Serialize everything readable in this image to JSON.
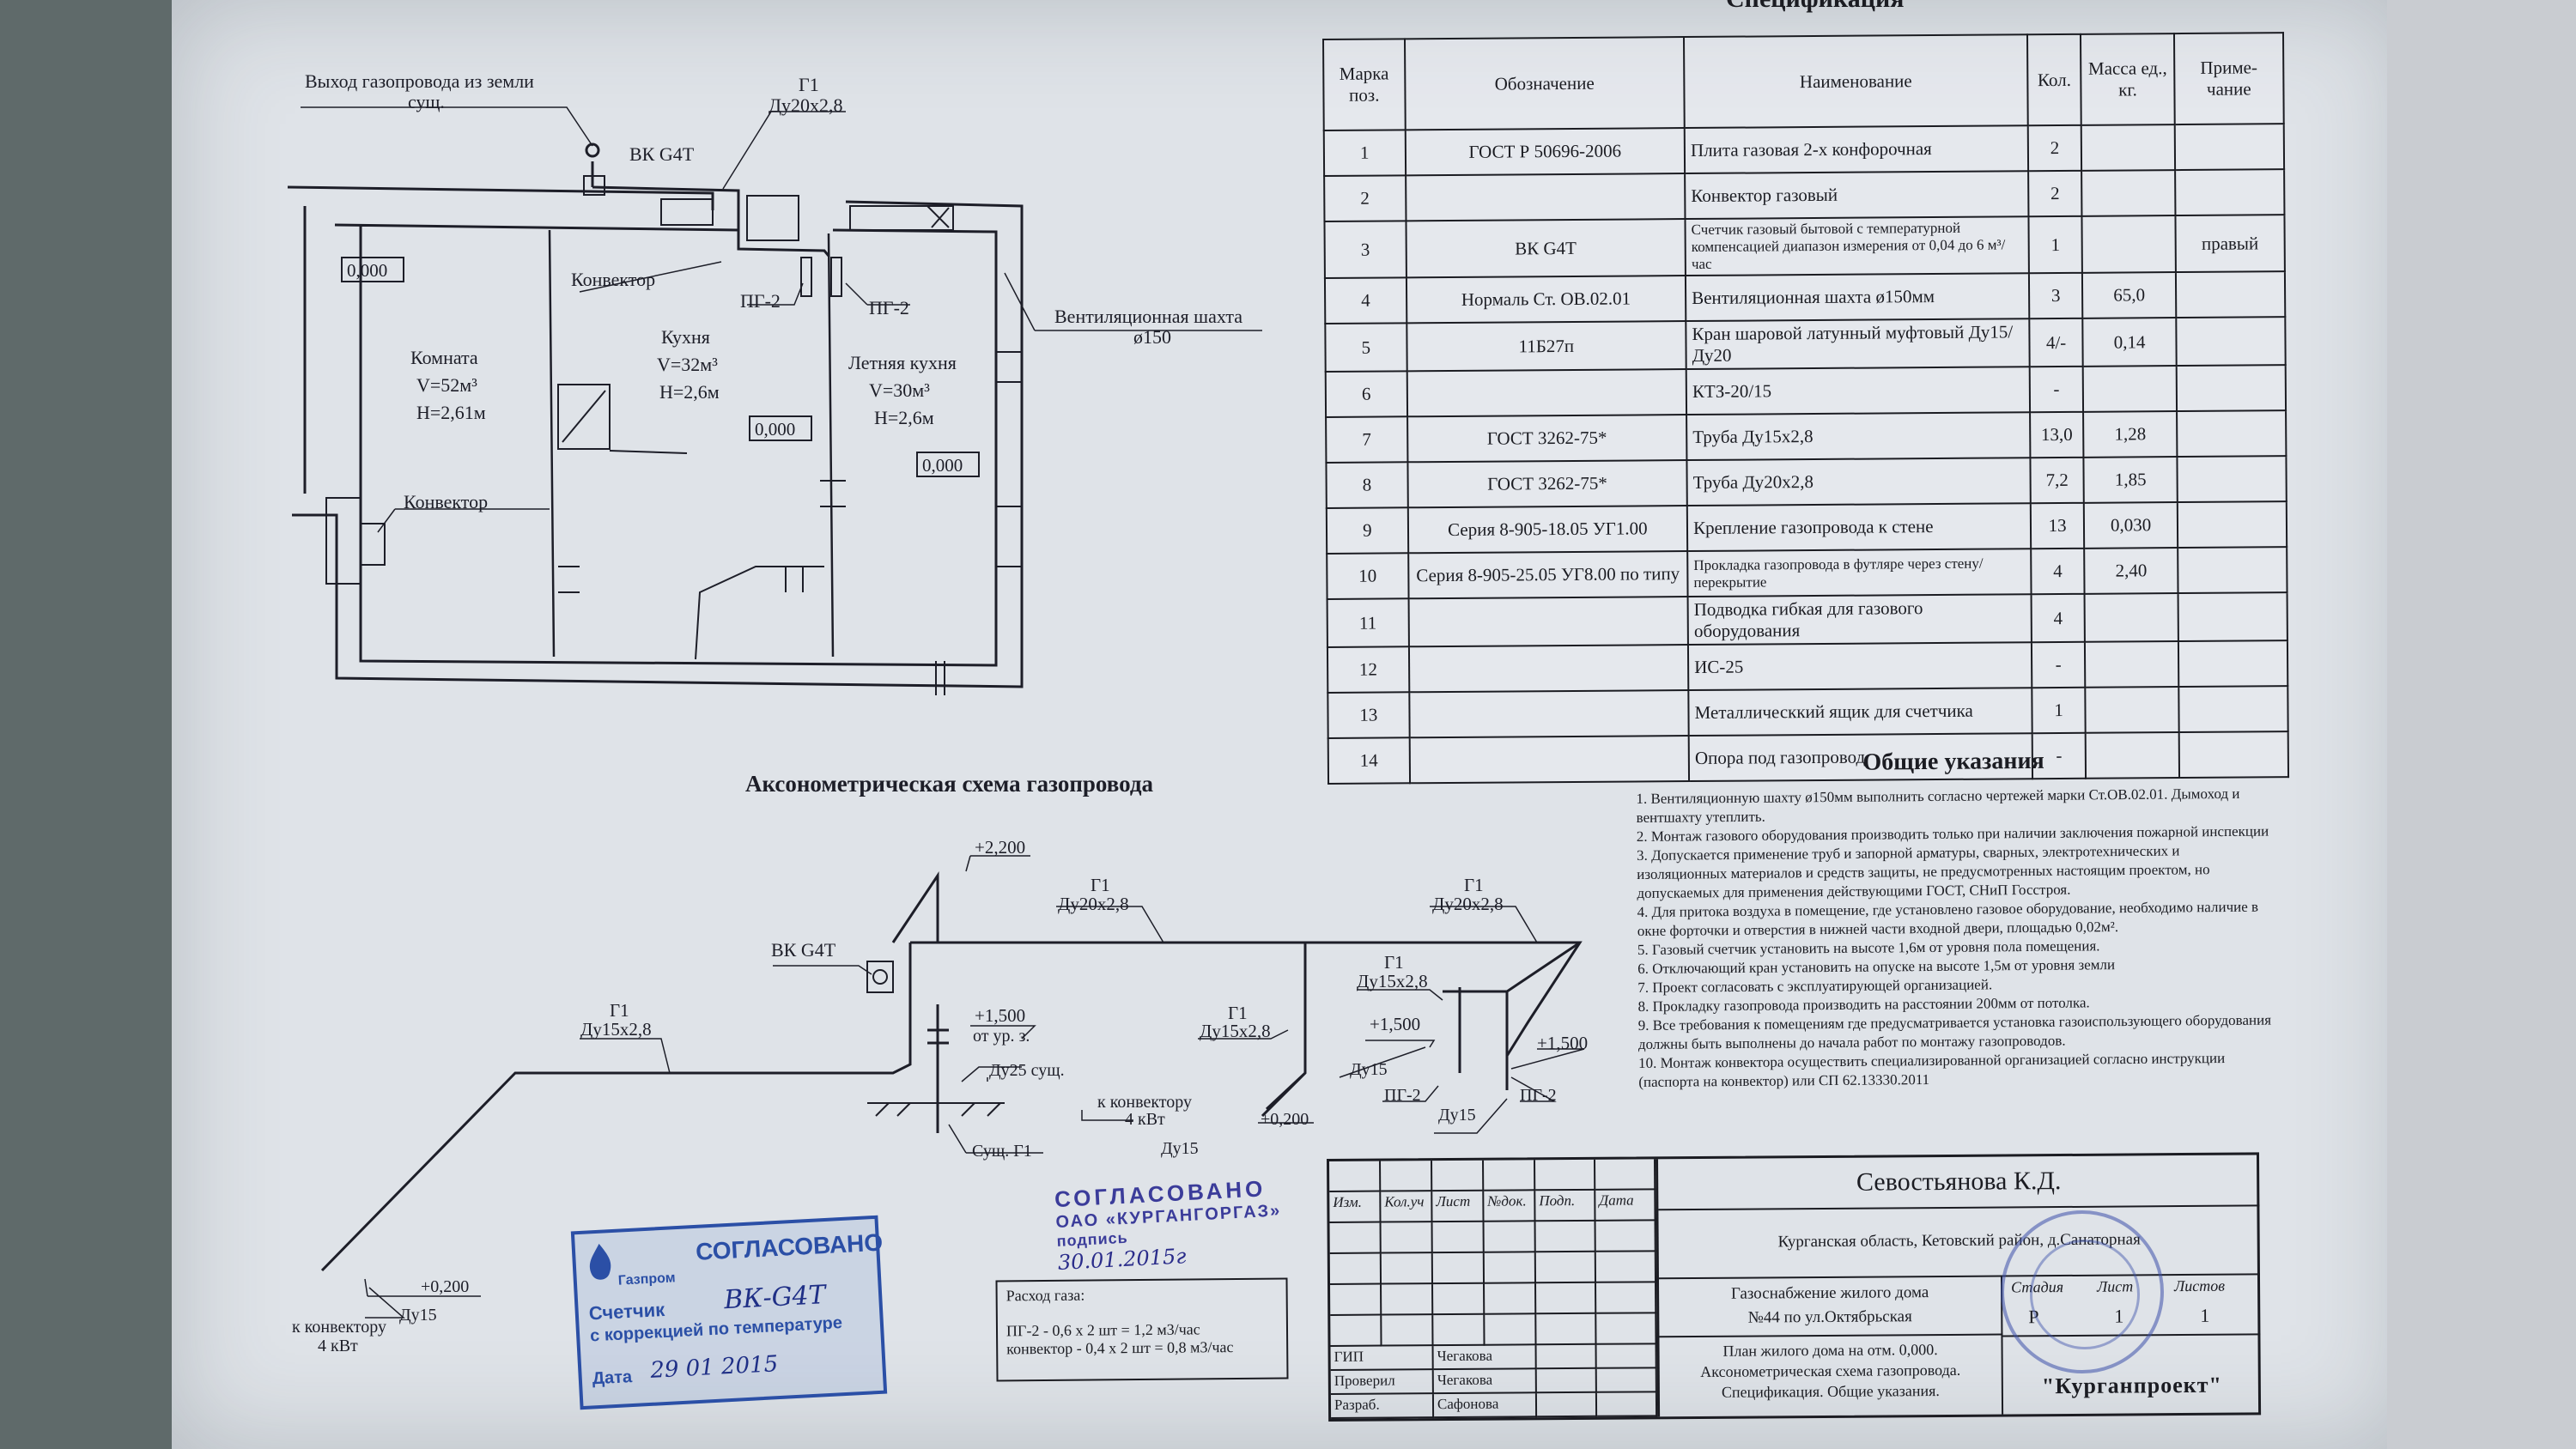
{
  "header": {
    "spec_title": "Спецификация"
  },
  "plan": {
    "gas_outlet_label": "Выход газопровода из земли",
    "gas_outlet_sub": "сущ.",
    "meter": "ВК G4T",
    "pipe_g1": "Г1",
    "pipe_du20": "Ду20х2,8",
    "convector_1": "Конвектор",
    "convector_2": "Конвектор",
    "vent_shaft": "Вентиляционная шахта",
    "vent_shaft_dia": "ø150",
    "pg2_a": "ПГ-2",
    "pg2_b": "ПГ-2",
    "level_a": "0,000",
    "level_b": "0,000",
    "level_c": "0,000",
    "room1": {
      "name": "Комната",
      "volume": "V=52м³",
      "height": "H=2,61м"
    },
    "room2": {
      "name": "Кухня",
      "volume": "V=32м³",
      "height": "H=2,6м"
    },
    "room3": {
      "name": "Летняя кухня",
      "volume": "V=30м³",
      "height": "H=2,6м"
    }
  },
  "axon": {
    "title": "Аксонометрическая схема газопровода",
    "top_level": "+2,200",
    "g1": "Г1",
    "du20": "Ду20х2,8",
    "du15": "Ду15х2,8",
    "meter": "ВК G4T",
    "level_1500": "+1,500",
    "from_ground": "от ур. з.",
    "du25": "Ду25 сущ.",
    "exist_g1": "Сущ. Г1",
    "to_convector": "к конвектору",
    "power": "4 кВт",
    "du15_short": "Ду15",
    "level_200": "+0,200",
    "pg2": "ПГ-2"
  },
  "spec": {
    "headers": [
      "Марка поз.",
      "Обозначение",
      "Наименование",
      "Кол.",
      "Масса ед., кг.",
      "Приме- чание"
    ],
    "rows": [
      [
        "1",
        "ГОСТ Р 50696-2006",
        "Плита газовая 2-х конфорочная",
        "2",
        "",
        ""
      ],
      [
        "2",
        "",
        "Конвектор газовый",
        "2",
        "",
        ""
      ],
      [
        "3",
        "ВК G4T",
        "Счетчик газовый бытовой с температурной компенсацией диапазон измерения от 0,04 до 6 м³/час",
        "1",
        "",
        "правый"
      ],
      [
        "4",
        "Нормаль Ст. ОВ.02.01",
        "Вентиляционная шахта ø150мм",
        "3",
        "65,0",
        ""
      ],
      [
        "5",
        "11Б27п",
        "Кран шаровой латунный муфтовый Ду15/Ду20",
        "4/-",
        "0,14",
        ""
      ],
      [
        "6",
        "",
        "КТЗ-20/15",
        "-",
        "",
        ""
      ],
      [
        "7",
        "ГОСТ 3262-75*",
        "Труба Ду15х2,8",
        "13,0",
        "1,28",
        ""
      ],
      [
        "8",
        "ГОСТ 3262-75*",
        "Труба Ду20х2,8",
        "7,2",
        "1,85",
        ""
      ],
      [
        "9",
        "Серия 8-905-18.05 УГ1.00",
        "Крепление газопровода к стене",
        "13",
        "0,030",
        ""
      ],
      [
        "10",
        "Серия 8-905-25.05 УГ8.00 по типу",
        "Прокладка газопровода в футляре через стену/перекрытие",
        "4",
        "2,40",
        ""
      ],
      [
        "11",
        "",
        "Подводка гибкая для газового оборудования",
        "4",
        "",
        ""
      ],
      [
        "12",
        "",
        "ИС-25",
        "-",
        "",
        ""
      ],
      [
        "13",
        "",
        "Металлическкий ящик для счетчика",
        "1",
        "",
        ""
      ],
      [
        "14",
        "",
        "Опора под газопровод",
        "-",
        "",
        ""
      ]
    ]
  },
  "notes": {
    "title": "Общие указания",
    "items": [
      "1. Вентиляционную шахту ø150мм выполнить согласно чертежей марки Ст.ОВ.02.01. Дымоход и вентшахту утеплить.",
      "2. Монтаж газового оборудования производить только при наличии заключения пожарной инспекции",
      "3. Допускается применение труб и запорной арматуры, сварных, электротехнических и изоляционных материалов и средств защиты, не предусмотренных настоящим проектом, но допускаемых для применения действующими ГОСТ, СНиП Госстроя.",
      "4. Для притока воздуха в помещение, где установлено газовое оборудование, необходимо наличие в окне форточки и отверстия в нижней части входной двери, площадью 0,02м².",
      "5. Газовый счетчик установить на высоте 1,6м от уровня пола помещения.",
      "6. Отключающий кран установить на опуске на высоте 1,5м от уровня земли",
      "7. Проект согласовать с эксплуатирующей организацией.",
      "8. Прокладку газопровода производить на расстоянии 200мм от потолка.",
      "9. Все требования к помещениям где предусматривается установка газоиспользующего оборудования должны быть выполнены до начала работ по монтажу газопроводов.",
      "10. Монтаж конвектора осуществить специализированной организацией согласно инструкции (паспорта на конвектор) или СП 62.13330.2011"
    ]
  },
  "title_block": {
    "cols": [
      "Изм.",
      "Кол.уч",
      "Лист",
      "№док.",
      "Подп.",
      "Дата"
    ],
    "roles": [
      {
        "role": "ГИП",
        "name": "Чегакова"
      },
      {
        "role": "Проверил",
        "name": "Чегакова"
      },
      {
        "role": "Разраб.",
        "name": "Сафонова"
      }
    ],
    "customer": "Севостьянова К.Д.",
    "address": "Курганская область, Кетовский район, д.Санаторная",
    "project_line1": "Газоснабжение жилого дома",
    "project_line2": "№44 по ул.Октябрьская",
    "stage_label": "Стадия",
    "sheet_label": "Лист",
    "sheets_label": "Листов",
    "stage": "Р",
    "sheet": "1",
    "sheets": "1",
    "drawing_title_1": "План жилого дома на отм. 0,000.",
    "drawing_title_2": "Аксонометрическая схема газопровода.",
    "drawing_title_3": "Спецификация. Общие указания.",
    "org": "\"Курганпроект\""
  },
  "stamps": {
    "approved": "СОГЛАСОВАНО",
    "org": "ОАО «КУРГАНГОРГАЗ»",
    "signature": "подпись",
    "date_hand": "30.01.2015г",
    "gazprom": "Газпром",
    "meter_label": "Счетчик",
    "meter_hand": "ВК-G4T",
    "comp_label": "с коррекцией по температуре",
    "date_label": "Дата",
    "date_value": "29 01 2015",
    "gas_flow_title": "Расход газа:",
    "gas_flow_1": "ПГ-2 - 0,6 х 2 шт = 1,2 м3/час",
    "gas_flow_2": "конвектор - 0,4 х 2 шт = 0,8 м3/час"
  },
  "colors": {
    "paper": "#dfe3e8",
    "ink": "#1b1c22",
    "stamp_blue": "#2b4fa6",
    "stamp_violet": "#3b3c9a"
  }
}
